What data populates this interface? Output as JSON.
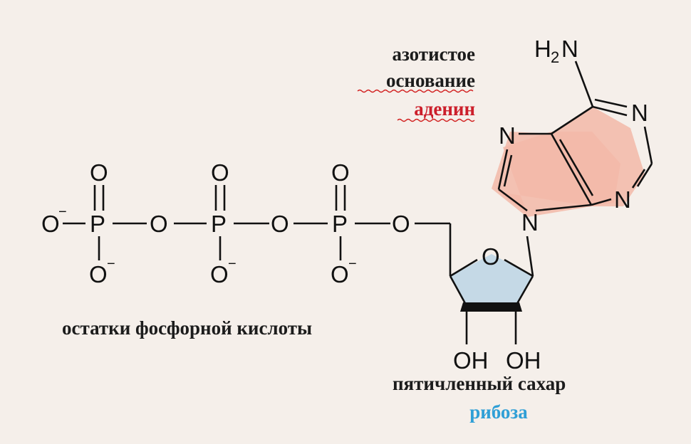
{
  "labels": {
    "base_line1": "азотистое",
    "base_line2": "основание",
    "base_name": "аденин",
    "phosphate_caption": "остатки фосфорной кислоты",
    "sugar_caption": "пятичленный сахар",
    "sugar_name": "рибоза"
  },
  "atoms": {
    "oxygen": "O",
    "phosphorus": "P",
    "nitrogen": "N",
    "hydrogen": "H",
    "subscript_two": "2",
    "negative_charge": "−",
    "hydroxyl": "OH"
  },
  "colors": {
    "background": "#f5efea",
    "adenine_fill": "#f2b9a8",
    "ribose_fill": "#c5d9e6",
    "adenine_label": "#cc1f2b",
    "ribose_label": "#2f9fd6",
    "spellcheck_underline": "#d22020"
  }
}
